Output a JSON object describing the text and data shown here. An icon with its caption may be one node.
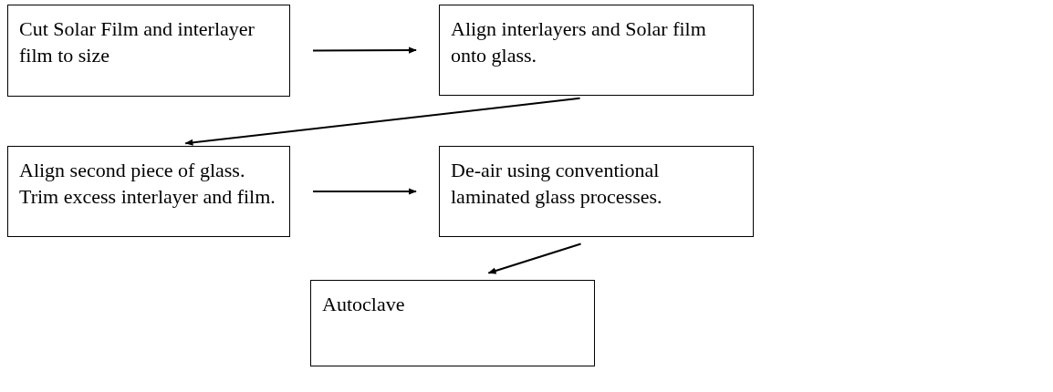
{
  "diagram": {
    "nodes": [
      {
        "text": [
          "Cut Solar Film and interlayer film to size"
        ]
      },
      {
        "text": [
          "Align interlayers and Solar film onto glass."
        ]
      },
      {
        "text": [
          "Align second piece of glass. Trim excess interlayer and film."
        ]
      },
      {
        "text": [
          "De-air using conventional laminated glass processes."
        ]
      },
      {
        "text": [
          "Autoclave"
        ]
      }
    ],
    "edges": [
      {
        "from": 0,
        "to": 1,
        "arrow": "to"
      },
      {
        "from": 1,
        "to": 2,
        "arrow": "to"
      },
      {
        "from": 2,
        "to": 3,
        "arrow": "to"
      },
      {
        "from": 3,
        "to": 4,
        "arrow": "to"
      }
    ]
  }
}
